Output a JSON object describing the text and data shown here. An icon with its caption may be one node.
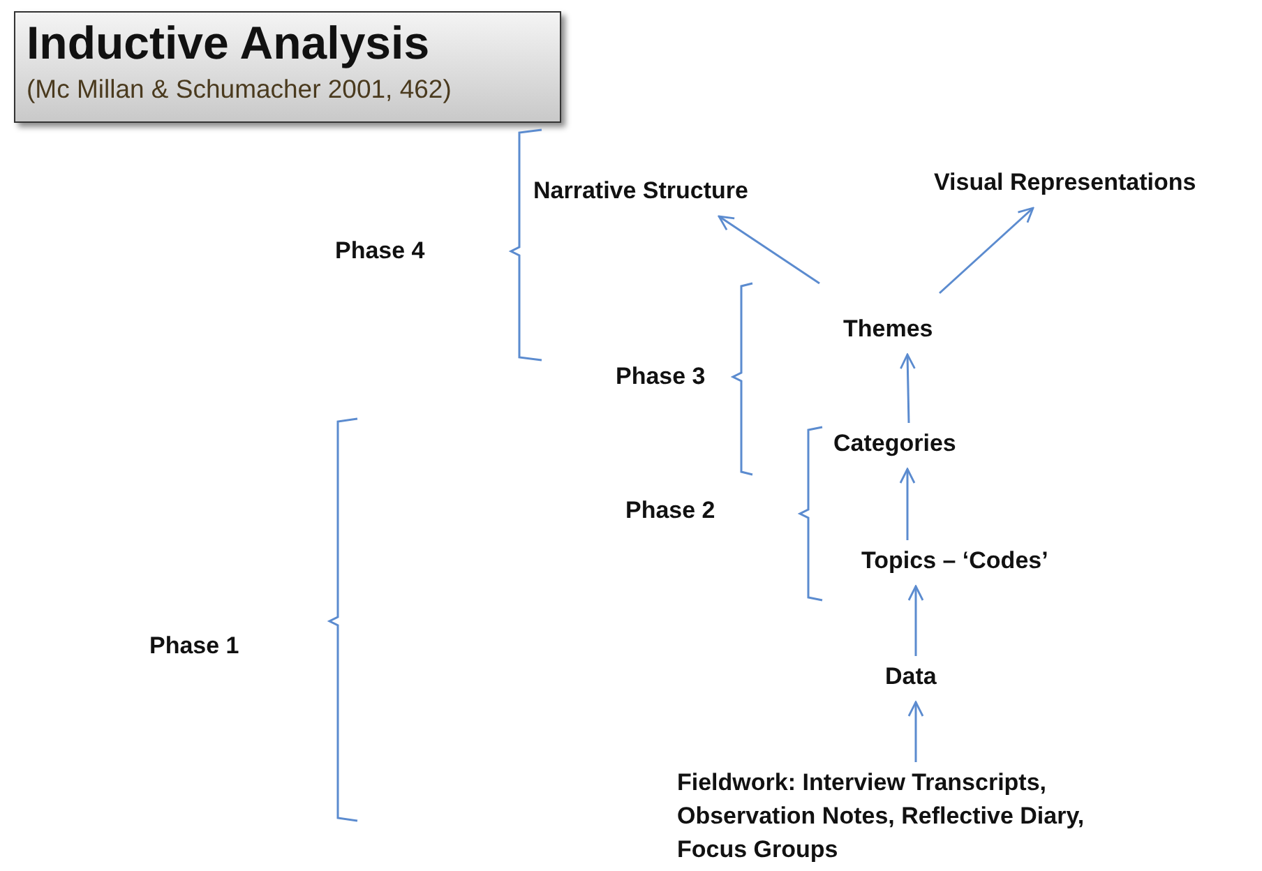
{
  "diagram": {
    "title": "Inductive Analysis",
    "caption": "(Mc Millan & Schumacher 2001, 462)",
    "nodes": [
      {
        "text": [
          "Narrative Structure"
        ]
      },
      {
        "text": [
          "Visual Representations"
        ]
      },
      {
        "text": [
          "Themes"
        ]
      },
      {
        "text": [
          "Categories"
        ]
      },
      {
        "text": [
          "Topics – ‘Codes’"
        ]
      },
      {
        "text": [
          "Data"
        ]
      },
      {
        "text": [
          "Fieldwork: Interview Transcripts, Observation Notes, Reflective Diary, Focus Groups"
        ]
      }
    ],
    "edges": [
      {
        "from": 2,
        "to": 0,
        "arrow": "to"
      },
      {
        "from": 2,
        "to": 1,
        "arrow": "to"
      },
      {
        "from": 3,
        "to": 2,
        "arrow": "to"
      },
      {
        "from": 4,
        "to": 3,
        "arrow": "to"
      },
      {
        "from": 5,
        "to": 4,
        "arrow": "to"
      },
      {
        "from": 6,
        "to": 5,
        "arrow": "to"
      }
    ],
    "labels": [
      "Phase 4",
      "Phase 3",
      "Phase 2",
      "Phase 1"
    ]
  }
}
